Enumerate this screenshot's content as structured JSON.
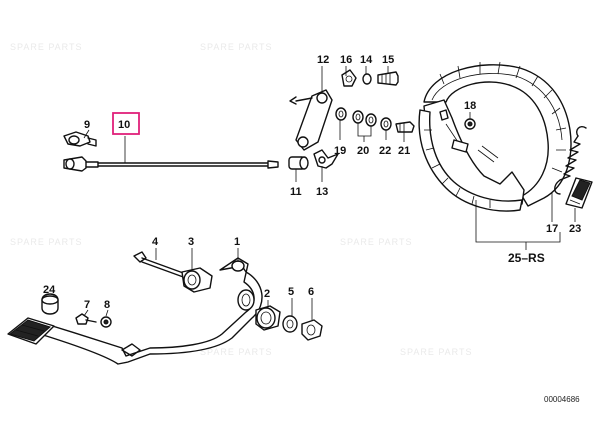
{
  "diagram": {
    "reference_number": "00004686",
    "highlighted_part": "10",
    "highlight_color": "#e0207a",
    "watermark_text": "SPARE PARTS",
    "part_numbers": {
      "p1": "1",
      "p2": "2",
      "p3": "3",
      "p4": "4",
      "p5": "5",
      "p6": "6",
      "p7": "7",
      "p8": "8",
      "p9": "9",
      "p10": "10",
      "p11": "11",
      "p12": "12",
      "p13": "13",
      "p14": "14",
      "p15": "15",
      "p16": "16",
      "p17": "17",
      "p18": "18",
      "p19": "19",
      "p20": "20",
      "p21": "21",
      "p22": "22",
      "p23": "23",
      "p24": "24",
      "p25rs": "25–RS"
    }
  }
}
